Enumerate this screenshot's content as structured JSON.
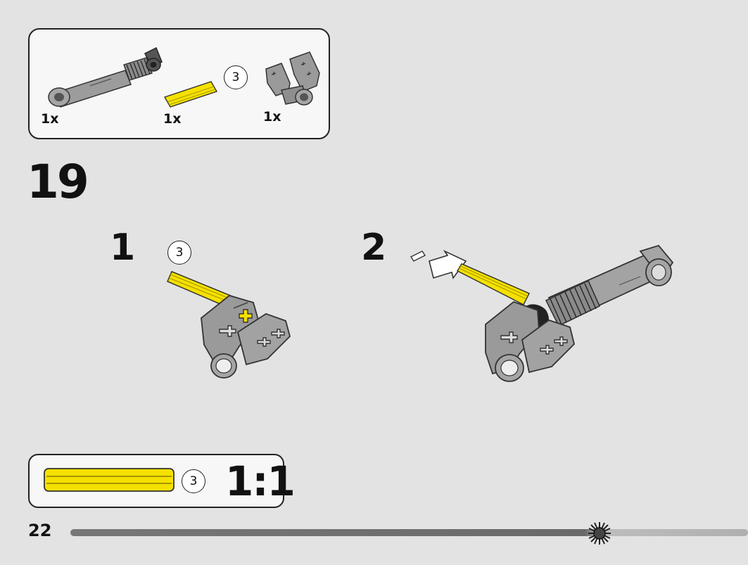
{
  "parts_list": {
    "items": [
      {
        "name": "shock-absorber",
        "quantity": "1x"
      },
      {
        "name": "axle",
        "quantity": "1x",
        "length": "3"
      },
      {
        "name": "connector",
        "quantity": "1x"
      }
    ]
  },
  "step": {
    "number": "19",
    "substeps": [
      {
        "number": "1",
        "callout": "3"
      },
      {
        "number": "2"
      }
    ]
  },
  "scale_reference": {
    "axle_length": "3",
    "ratio": "1:1"
  },
  "footer": {
    "page_number": "22",
    "progress": 0.78
  },
  "colors": {
    "background": "#e3e3e3",
    "yellow": "#f5e100",
    "part_gray": "#8c8c8c",
    "dark_gray": "#4a4a4a"
  }
}
